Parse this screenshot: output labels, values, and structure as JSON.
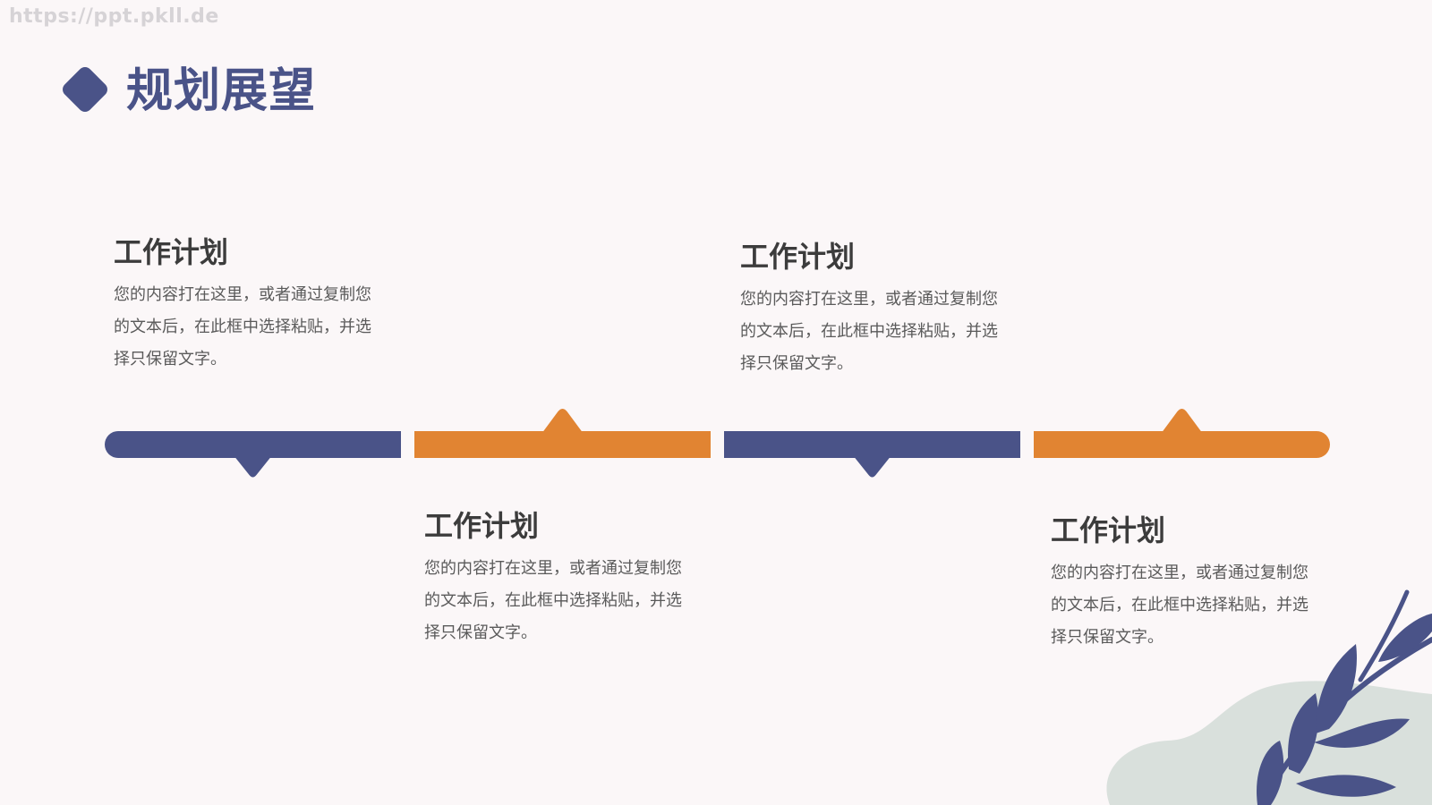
{
  "watermark": "https://ppt.pkll.de",
  "page": {
    "title": "规划展望"
  },
  "colors": {
    "background": "#fbf7f8",
    "blue": "#4a5388",
    "orange": "#e18432",
    "heading": "#3c3c3c",
    "body_text": "#5a5a5a",
    "blob": "#d9e0dc"
  },
  "timeline": {
    "segments": [
      {
        "color": "blue",
        "pointer": "down"
      },
      {
        "color": "orange",
        "pointer": "up"
      },
      {
        "color": "blue",
        "pointer": "down"
      },
      {
        "color": "orange",
        "pointer": "up"
      }
    ]
  },
  "cards": [
    {
      "title": "工作计划",
      "body": "您的内容打在这里，或者通过复制您的文本后，在此框中选择粘贴，并选择只保留文字。"
    },
    {
      "title": "工作计划",
      "body": "您的内容打在这里，或者通过复制您的文本后，在此框中选择粘贴，并选择只保留文字。"
    },
    {
      "title": "工作计划",
      "body": "您的内容打在这里，或者通过复制您的文本后，在此框中选择粘贴，并选择只保留文字。"
    },
    {
      "title": "工作计划",
      "body": "您的内容打在这里，或者通过复制您的文本后，在此框中选择粘贴，并选择只保留文字。"
    }
  ],
  "decor": {
    "icons": [
      "leaf-branch-icon",
      "blob-shape"
    ]
  }
}
